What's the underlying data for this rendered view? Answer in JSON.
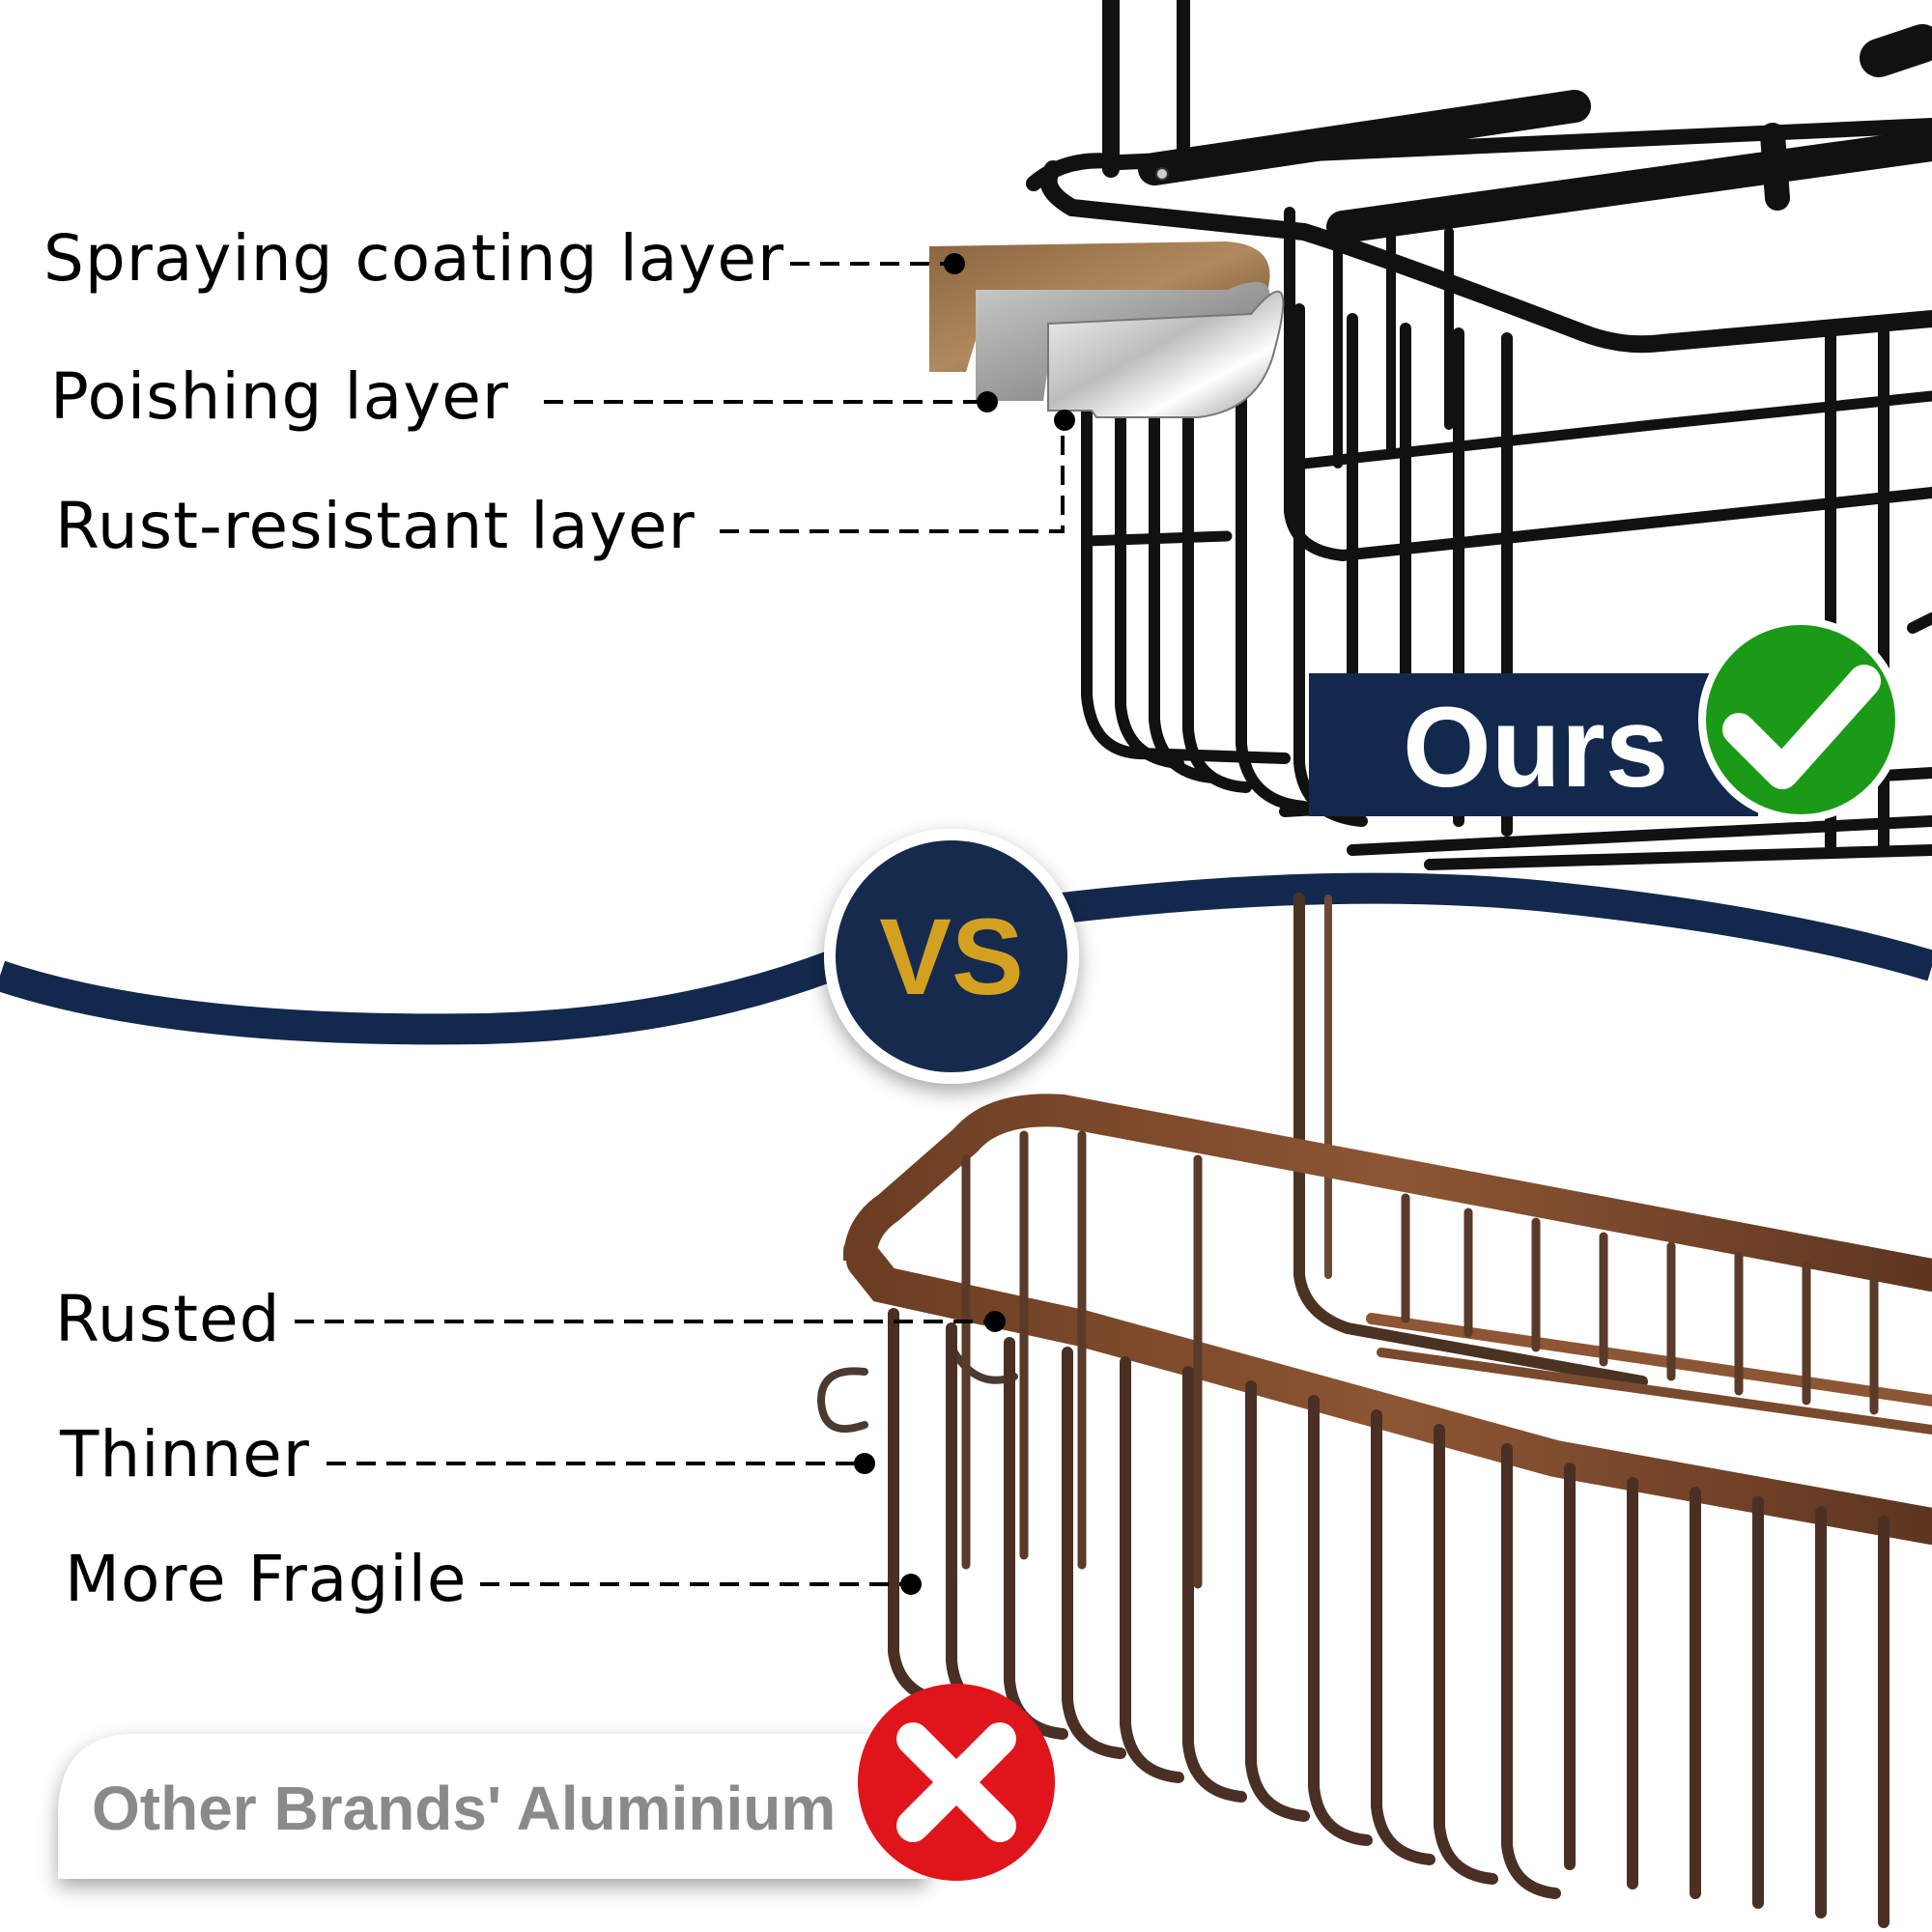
{
  "top_callouts": [
    {
      "label": "Spraying coating layer"
    },
    {
      "label": "Poishing layer"
    },
    {
      "label": "Rust-resistant layer"
    }
  ],
  "ours_badge": {
    "label": "Ours",
    "icon": "checkmark-icon",
    "color": "#1a9a17"
  },
  "vs_badge": {
    "label": "VS",
    "text_color": "#d4a020",
    "bg_color": "#12294d"
  },
  "bottom_callouts": [
    {
      "label": "Rusted"
    },
    {
      "label": "Thinner"
    },
    {
      "label": "More Fragile"
    }
  ],
  "other_badge": {
    "label": "Other Brands' Aluminium",
    "icon": "cross-icon",
    "color": "#e0141b"
  },
  "colors": {
    "navy": "#12294d",
    "rust": "#7a4a2e",
    "black_wire": "#111111"
  }
}
